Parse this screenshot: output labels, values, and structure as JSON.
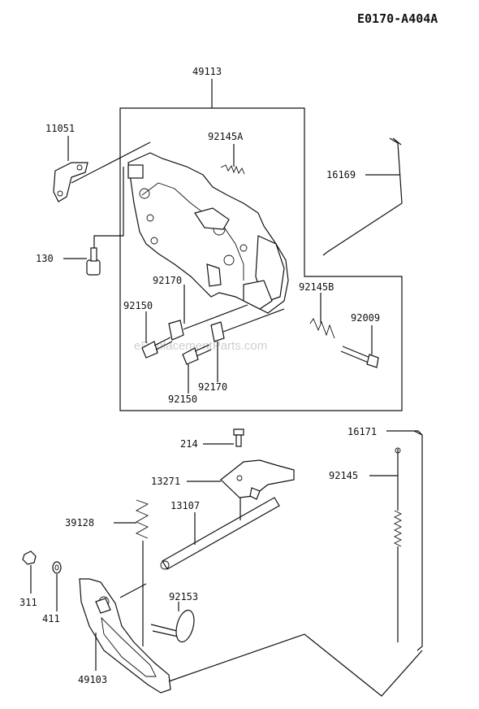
{
  "diagram_code": "E0170-A404A",
  "watermark": "eReplacementParts.com",
  "labels": {
    "p49113": "49113",
    "p11051": "11051",
    "p92145A": "92145A",
    "p16169": "16169",
    "p130": "130",
    "p92170a": "92170",
    "p92145B": "92145B",
    "p92150a": "92150",
    "p92009": "92009",
    "p92170b": "92170",
    "p92150b": "92150",
    "p16171": "16171",
    "p214": "214",
    "p92145": "92145",
    "p13271": "13271",
    "p39128": "39128",
    "p13107": "13107",
    "p311": "311",
    "p411": "411",
    "p92153": "92153",
    "p49103": "49103"
  }
}
